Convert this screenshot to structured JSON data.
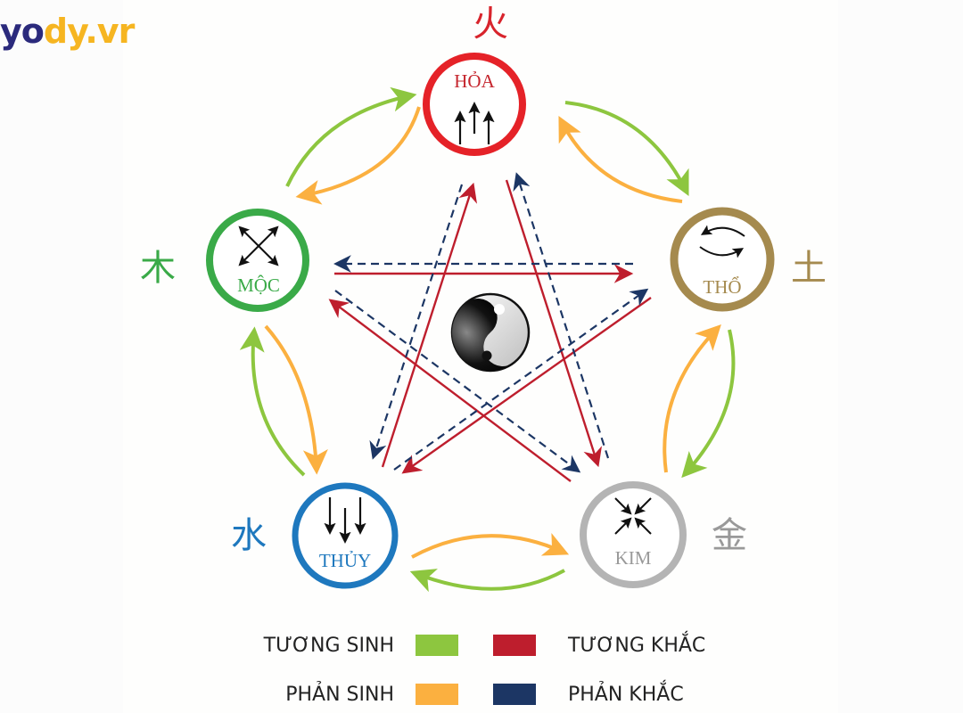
{
  "logo": {
    "part1": "yo",
    "part2": "dy.vr",
    "color_primary": "#2b2a7c",
    "color_accent": "#f6b521"
  },
  "elements": {
    "hoa": {
      "name": "HỎA",
      "hanzi": "火",
      "color": "#e52228",
      "symbol": "three-up-arrows-icon"
    },
    "moc": {
      "name": "MỘC",
      "hanzi": "木",
      "color": "#3aaa48",
      "symbol": "four-diagonal-outward-arrows-icon"
    },
    "tho": {
      "name": "THỔ",
      "hanzi": "土",
      "color": "#a58a4e",
      "symbol": "cycle-arrows-icon"
    },
    "thuy": {
      "name": "THỦY",
      "hanzi": "水",
      "color": "#1e78be",
      "symbol": "three-down-arrows-icon"
    },
    "kim": {
      "name": "KIM",
      "hanzi": "金",
      "color": "#b4b4b4",
      "symbol": "four-diagonal-inward-arrows-icon"
    }
  },
  "center_symbol": "yin-yang-icon",
  "relations": {
    "tuong_sinh": [
      "Mộc→Hỏa",
      "Hỏa→Thổ",
      "Thổ→Kim",
      "Kim→Thủy",
      "Thủy→Mộc"
    ],
    "phan_sinh": [
      "Hỏa→Mộc",
      "Thổ→Hỏa",
      "Kim→Thổ",
      "Thủy→Kim",
      "Mộc→Thủy"
    ],
    "tuong_khac": [
      "Mộc→Thổ",
      "Thổ→Thủy",
      "Thủy→Hỏa",
      "Hỏa→Kim",
      "Kim→Mộc"
    ],
    "phan_khac": [
      "Thổ→Mộc",
      "Thủy→Thổ",
      "Hỏa→Thủy",
      "Kim→Hỏa",
      "Mộc→Kim"
    ]
  },
  "legend": [
    {
      "label": "TƯƠNG SINH",
      "color": "#8dc63f"
    },
    {
      "label": "PHẢN SINH",
      "color": "#fbb040"
    },
    {
      "label": "TƯƠNG KHẮC",
      "color": "#be1e2d"
    },
    {
      "label": "PHẢN KHẮC",
      "color": "#1c3664"
    }
  ]
}
